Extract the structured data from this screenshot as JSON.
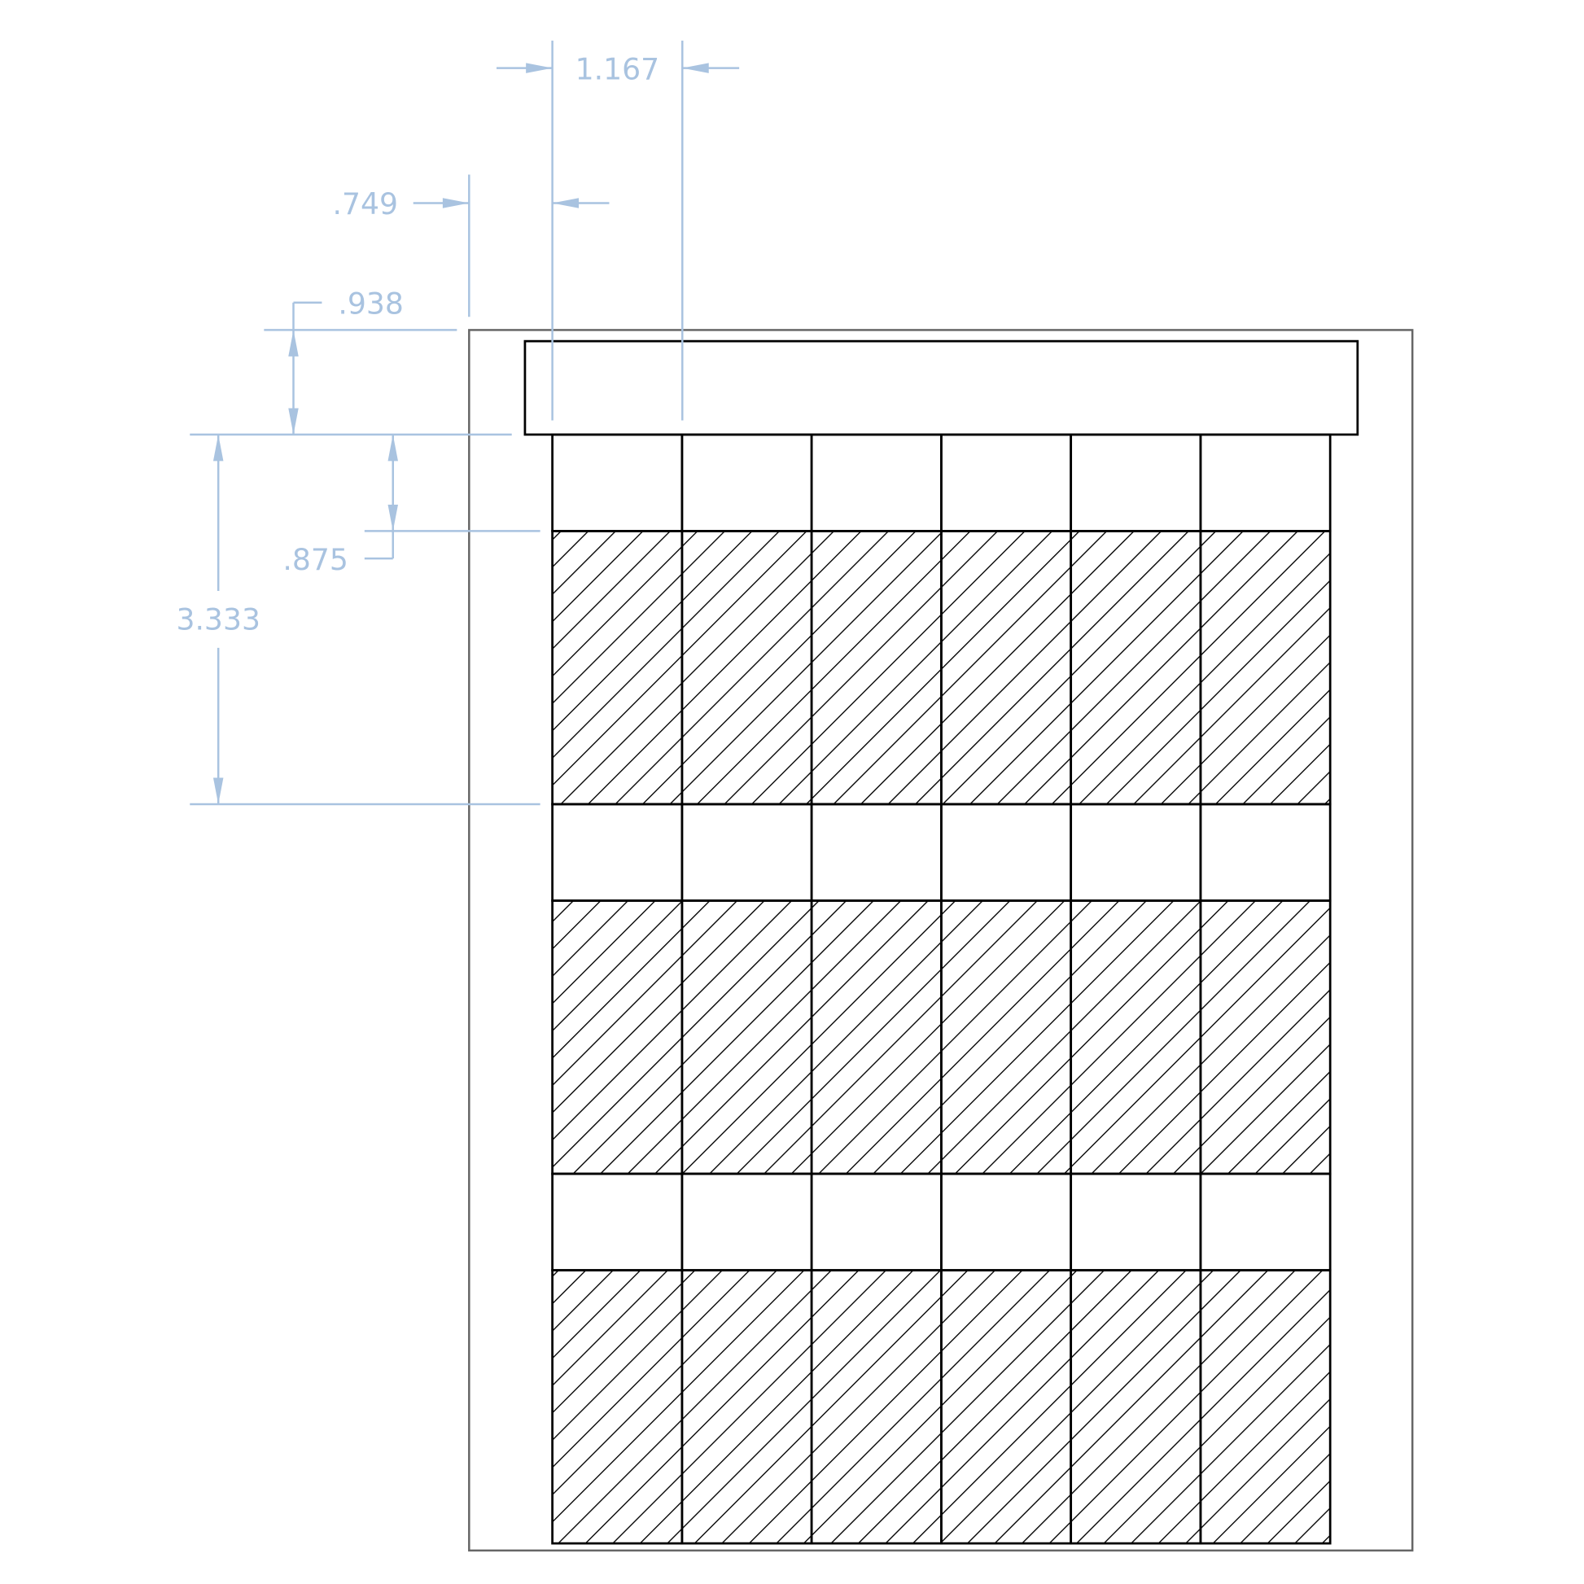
{
  "drawing": {
    "columns": 6,
    "hatched_bands": 3,
    "colors": {
      "dimension": "#a9c3e0",
      "object": "#000000",
      "border": "#666666"
    },
    "dimensions": {
      "column_width": "1.167",
      "left_offset": ".749",
      "top_bar_height": ".938",
      "gap_height": ".875",
      "module_height": "3.333"
    }
  }
}
